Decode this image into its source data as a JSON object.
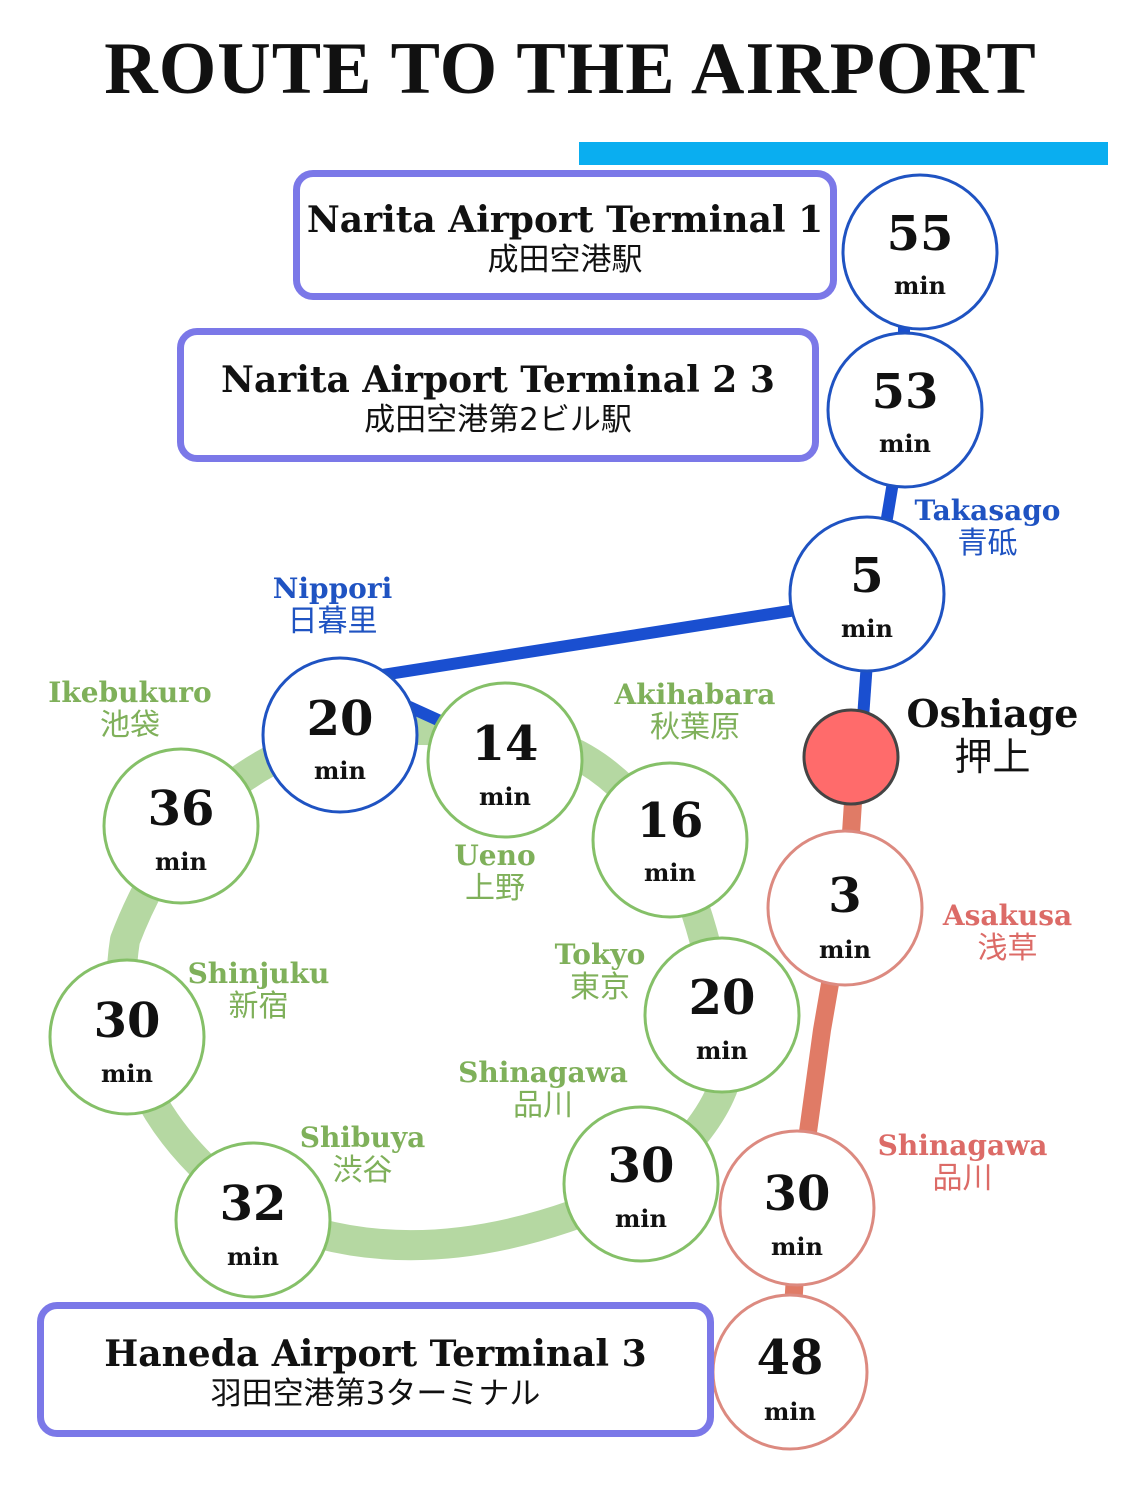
{
  "title": "ROUTE TO THE AIRPORT",
  "colors": {
    "blue_line": "#1a4fd0",
    "blue_circle": "#1f53c2",
    "green_line": "#b5d8a2",
    "green_circle": "#85c068",
    "green_text": "#7fb05a",
    "red_line": "#e07b66",
    "red_circle": "#dc8a80",
    "red_text": "#dc6b67",
    "oshiage_fill": "#ff6b6b",
    "airport_border": "#7b78e8",
    "top_bar": "#0aaef0"
  },
  "airports": {
    "narita_t1": {
      "en": "Narita Airport Terminal 1",
      "jp": "成田空港駅"
    },
    "narita_t23": {
      "en": "Narita Airport Terminal 2 3",
      "jp": "成田空港第2ビル駅"
    },
    "haneda_t3": {
      "en": "Haneda Airport Terminal 3",
      "jp": "羽田空港第3ターミナル"
    }
  },
  "unit": "min",
  "times": {
    "narita_t1": "55",
    "narita_t23": "53",
    "takasago": "5",
    "nippori": "20",
    "ueno": "14",
    "akihabara": "16",
    "tokyo": "20",
    "shinagawa_jr": "30",
    "shibuya": "32",
    "shinjuku": "30",
    "ikebukuro": "36",
    "asakusa": "3",
    "shinagawa_keikyu": "30",
    "haneda_t3": "48"
  },
  "stations": {
    "takasago": {
      "en": "Takasago",
      "jp": "青砥"
    },
    "nippori": {
      "en": "Nippori",
      "jp": "日暮里"
    },
    "oshiage": {
      "en": "Oshiage",
      "jp": "押上"
    },
    "ikebukuro": {
      "en": "Ikebukuro",
      "jp": "池袋"
    },
    "akihabara": {
      "en": "Akihabara",
      "jp": "秋葉原"
    },
    "ueno": {
      "en": "Ueno",
      "jp": "上野"
    },
    "tokyo": {
      "en": "Tokyo",
      "jp": "東京"
    },
    "shinjuku": {
      "en": "Shinjuku",
      "jp": "新宿"
    },
    "shinagawa_jr": {
      "en": "Shinagawa",
      "jp": "品川"
    },
    "shibuya": {
      "en": "Shibuya",
      "jp": "渋谷"
    },
    "asakusa": {
      "en": "Asakusa",
      "jp": "浅草"
    },
    "shinagawa_keikyu": {
      "en": "Shinagawa",
      "jp": "品川"
    }
  }
}
